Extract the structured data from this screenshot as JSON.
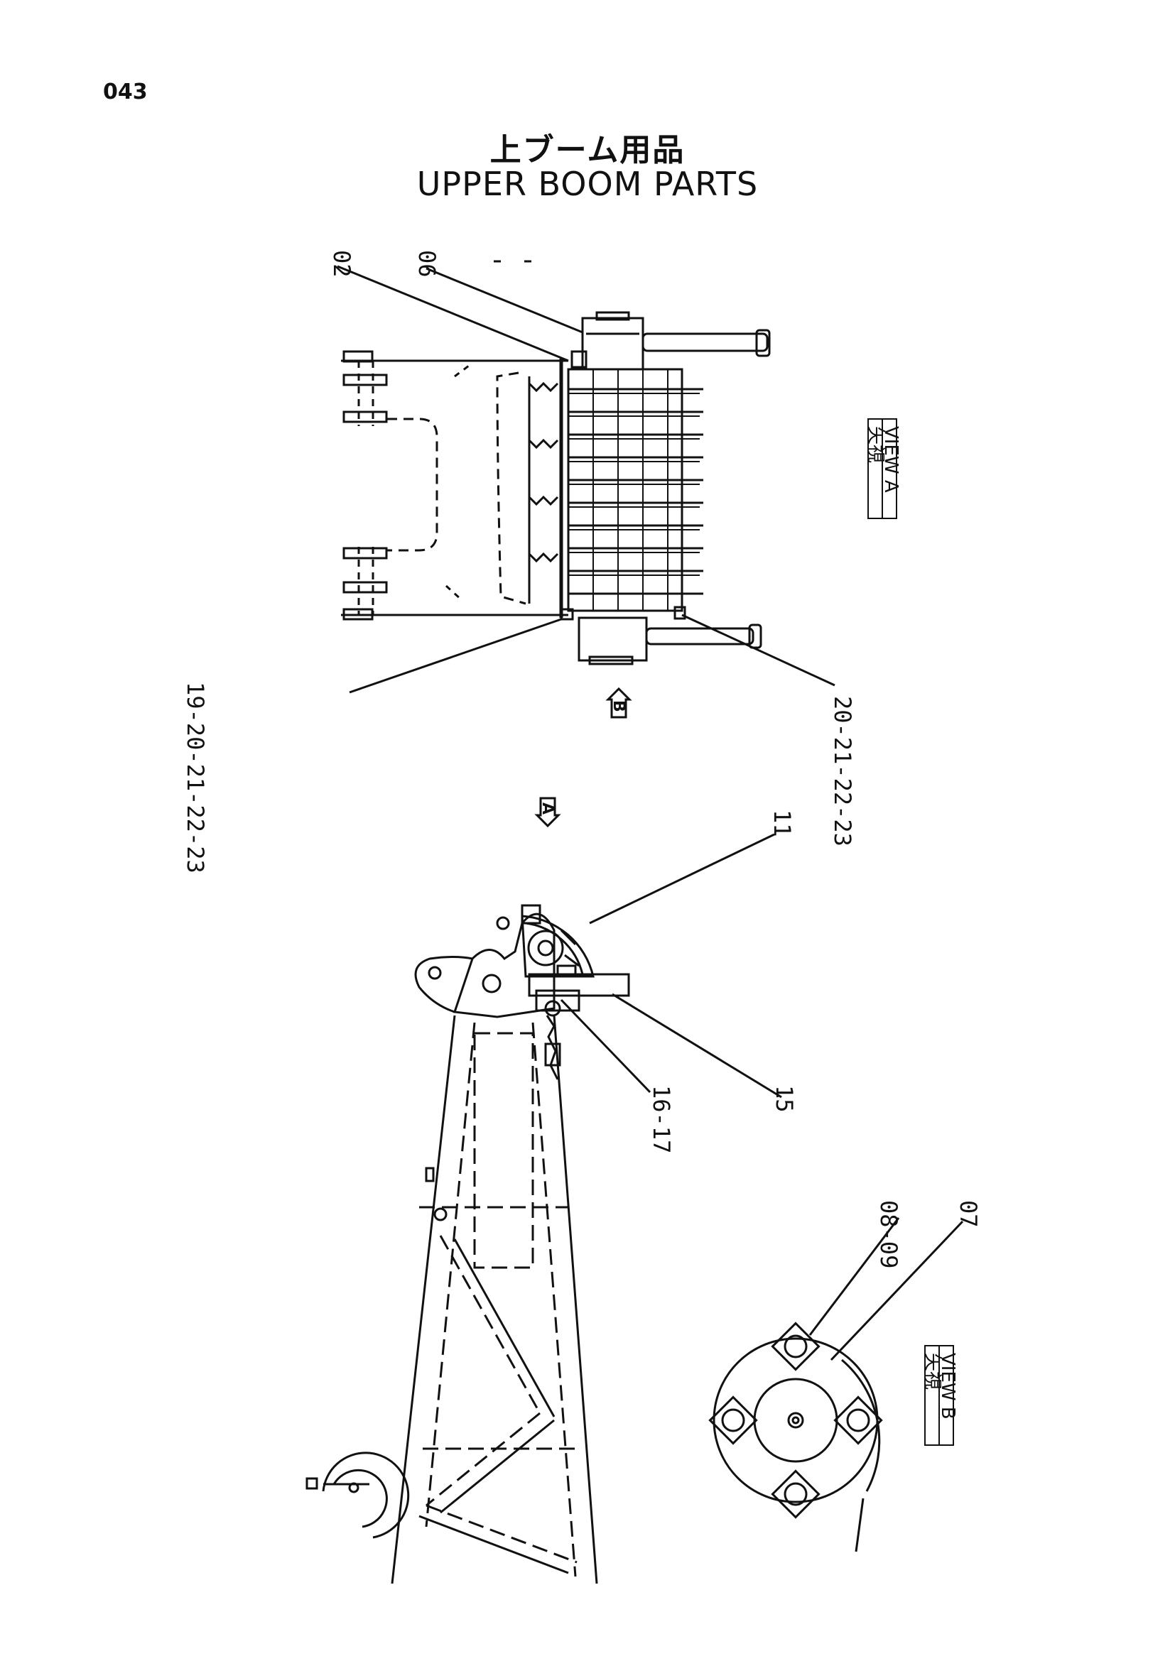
{
  "page_number": "043",
  "title_jp": "上ブーム用品",
  "title_en": "UPPER BOOM PARTS",
  "callouts": {
    "c02": "02",
    "c06": "06",
    "c19_23": "19-20-21-22-23",
    "c20_23": "20-21-22-23",
    "c11": "11",
    "c16_17": "16-17",
    "c15": "15",
    "c08_09": "08-09",
    "c07": "07"
  },
  "view_a_jp": "矢視",
  "view_a_en": "VIEW A",
  "view_b_jp": "矢視",
  "view_b_en": "VIEW B",
  "arrow_a": "A",
  "arrow_b": "B"
}
